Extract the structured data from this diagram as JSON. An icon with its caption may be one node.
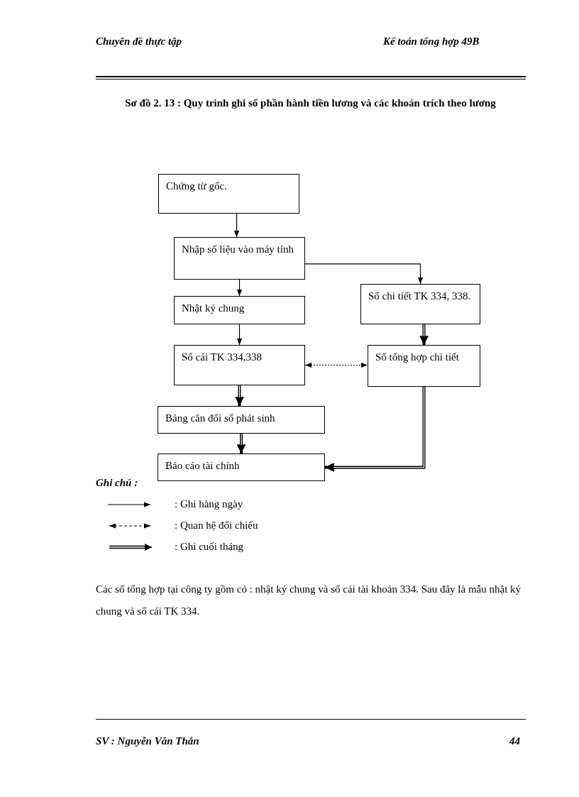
{
  "diagram": {
    "title": "Sơ đồ 2. 13 : Quy trình ghi sổ phần hành tiền lương và các khoản trích theo lương",
    "nodes": [
      {
        "text": [
          "Chứng từ gốc."
        ]
      },
      {
        "text": [
          "Nhập số liệu vào máy tính"
        ]
      },
      {
        "text": [
          "Nhật ký chung"
        ]
      },
      {
        "text": [
          "Sổ chi tiết TK 334, 338."
        ]
      },
      {
        "text": [
          "Sổ cái TK 334,338"
        ]
      },
      {
        "text": [
          "Sổ tổng hợp chi tiết"
        ]
      },
      {
        "text": [
          "Bảng cân đối số phát sinh"
        ]
      },
      {
        "text": [
          "Báo cáo tài chính"
        ]
      }
    ],
    "edges": [
      {
        "from": 0,
        "to": 1,
        "arrow": "to"
      },
      {
        "from": 1,
        "to": 2,
        "arrow": "to"
      },
      {
        "from": 1,
        "to": 3,
        "arrow": "to"
      },
      {
        "from": 2,
        "to": 4,
        "arrow": "to"
      },
      {
        "from": 3,
        "to": 5,
        "arrow": "to",
        "style": "thick"
      },
      {
        "from": 4,
        "to": 5,
        "arrow": "both",
        "style": "dashed"
      },
      {
        "from": 4,
        "to": 6,
        "arrow": "to",
        "style": "thick"
      },
      {
        "from": 6,
        "to": 7,
        "arrow": "to",
        "style": "thick"
      },
      {
        "from": 5,
        "to": 7,
        "arrow": "to",
        "style": "thick"
      }
    ],
    "labels": [
      "Chuyên đề thực tập",
      "Kế toán tổng hợp 49B",
      "Ghi chú :",
      "Các sổ tổng hợp tại công ty gồm có : nhật ký chung và sổ cái tài khoản 334. Sau đây là mẫu nhật ký chung và sổ cái TK 334.",
      "SV : Nguyễn Văn Thắn",
      "44"
    ],
    "legend": [
      {
        "text": ": Ghi hàng ngày"
      },
      {
        "text": ": Quan hệ đối chiếu"
      },
      {
        "text": ": Ghi cuối tháng"
      }
    ]
  }
}
